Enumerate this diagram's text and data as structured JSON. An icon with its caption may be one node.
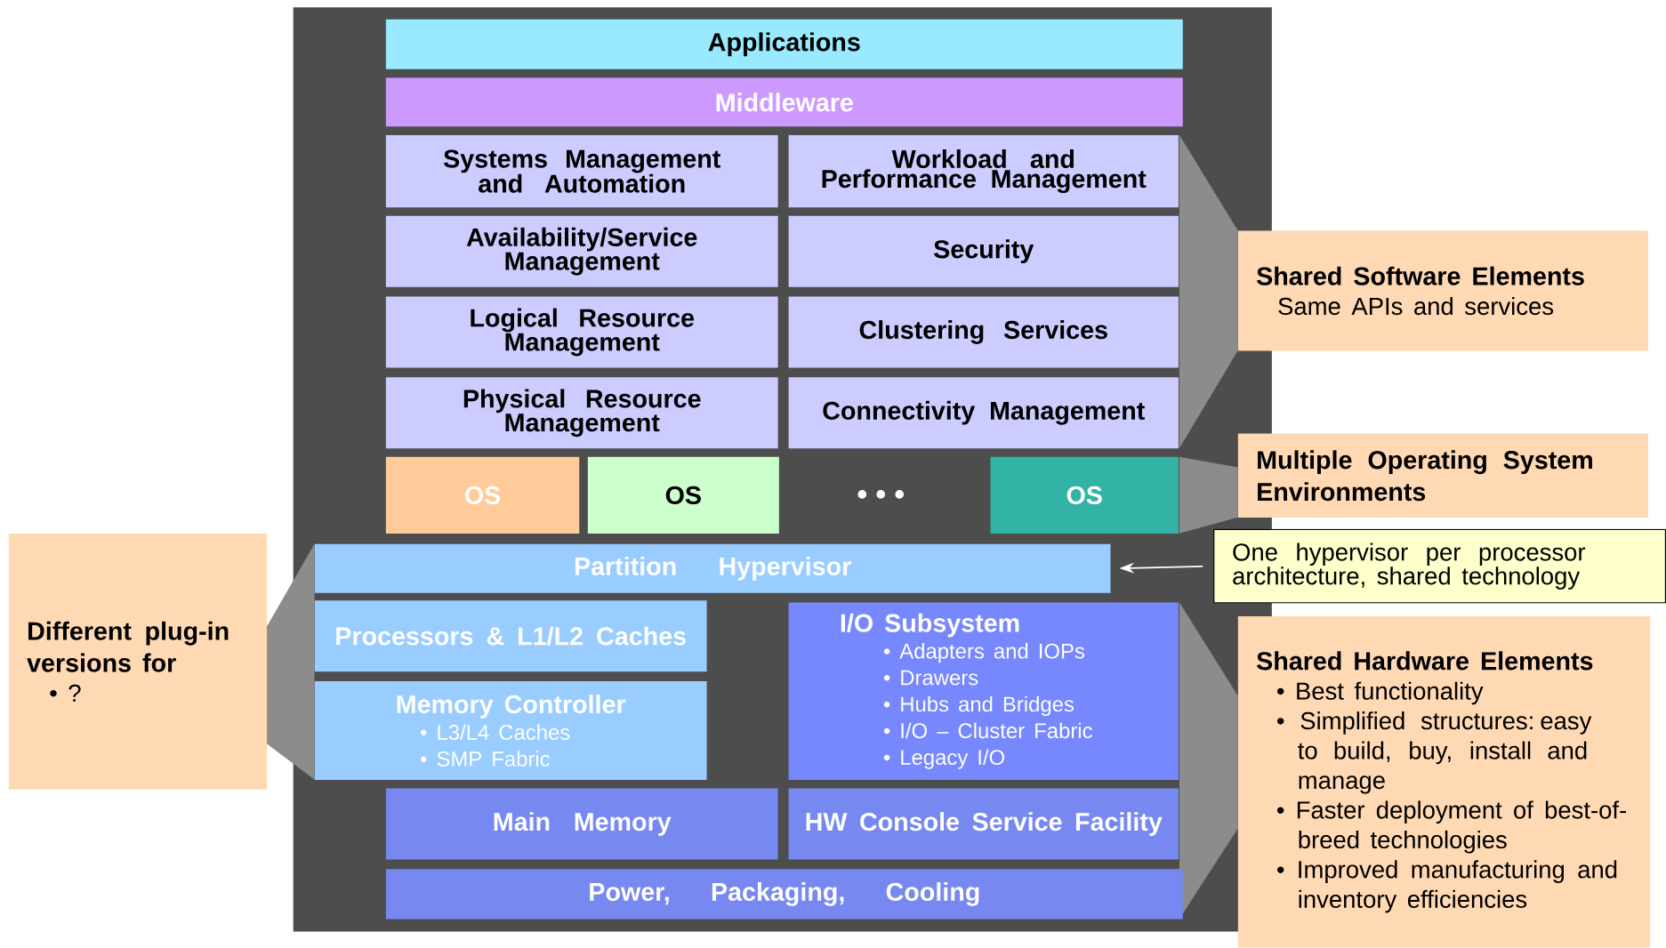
{
  "diagram": {
    "nodes": [
      {
        "text": [
          "Applications"
        ]
      },
      {
        "text": [
          "Middleware"
        ]
      },
      {
        "text": [
          "Systems Management and Automation"
        ]
      },
      {
        "text": [
          "Workload and Performance Management"
        ]
      },
      {
        "text": [
          "Availability/Service Management"
        ]
      },
      {
        "text": [
          "Security"
        ]
      },
      {
        "text": [
          "Logical Resource Management"
        ]
      },
      {
        "text": [
          "Clustering Services"
        ]
      },
      {
        "text": [
          "Physical Resource Management"
        ]
      },
      {
        "text": [
          "Connectivity Management"
        ]
      },
      {
        "text": [
          "OS"
        ]
      },
      {
        "text": [
          "OS"
        ]
      },
      {
        "text": [
          "OS"
        ]
      },
      {
        "text": [
          "Partition Hypervisor"
        ]
      },
      {
        "text": [
          "Processors & L1/L2 Caches"
        ]
      },
      {
        "text": [
          "Memory Controller",
          "• L3/L4 Caches",
          "• SMP Fabric"
        ]
      },
      {
        "text": [
          "I/O Subsystem",
          "• Adapters and IOPs",
          "• Drawers",
          "• Hubs and Bridges",
          "• I/O – Cluster Fabric",
          "• Legacy I/O"
        ]
      },
      {
        "text": [
          "Main Memory"
        ]
      },
      {
        "text": [
          "HW Console Service Facility"
        ]
      },
      {
        "text": [
          "Power, Packaging, Cooling"
        ]
      },
      {
        "text": [
          "Shared Software Elements",
          "Same APIs and services"
        ]
      },
      {
        "text": [
          "Multiple Operating System Environments"
        ]
      },
      {
        "text": [
          "One hypervisor per processor architecture, shared technology"
        ]
      },
      {
        "text": [
          "Shared Hardware Elements",
          "• Best functionality",
          "• Simplified structures:  easy to build, buy, install and manage",
          "• Faster deployment of best-of-breed technologies",
          "• Improved manufacturing and inventory efficiencies"
        ]
      },
      {
        "text": [
          "Different plug-in versions for",
          "• ?"
        ]
      }
    ],
    "edges": [
      {
        "from": 22,
        "to": 13,
        "arrow": "to"
      }
    ],
    "labels": [
      "• • •"
    ]
  }
}
